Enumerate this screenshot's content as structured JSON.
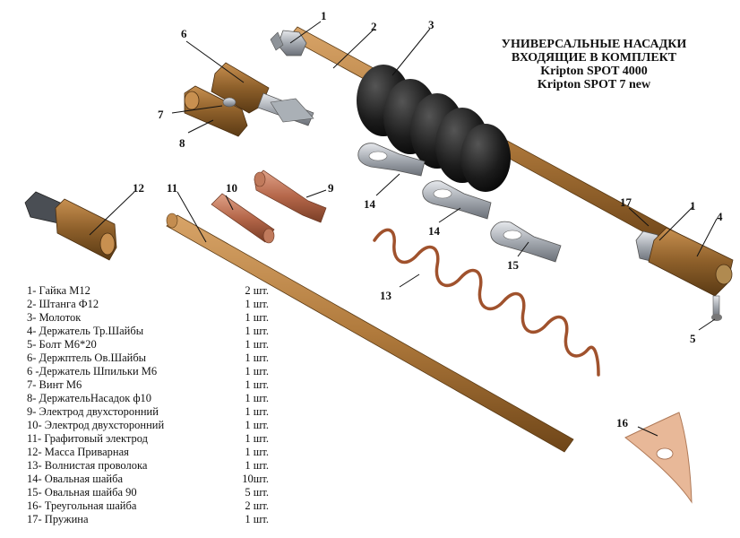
{
  "title": {
    "line1": "УНИВЕРСАЛЬНЫЕ НАСАДКИ",
    "line2": "ВХОДЯЩИЕ В КОМПЛЕКТ",
    "line3": "Kripton SPOT 4000",
    "line4": "Kripton SPOT 7 new"
  },
  "callouts": [
    "1",
    "2",
    "3",
    "6",
    "7",
    "8",
    "12",
    "11",
    "10",
    "9",
    "14",
    "14",
    "15",
    "13",
    "17",
    "1",
    "4",
    "5",
    "16"
  ],
  "legend": [
    {
      "name": "1- Гайка М12",
      "qty": "2 шт."
    },
    {
      "name": "2- Штанга Ф12",
      "qty": "1 шт."
    },
    {
      "name": "3- Молоток",
      "qty": "1 шт."
    },
    {
      "name": "4- Держатель Тр.Шайбы",
      "qty": "1 шт."
    },
    {
      "name": "5- Болт М6*20",
      "qty": "1 шт."
    },
    {
      "name": "6- Держптель Ов.Шайбы",
      "qty": "1 шт."
    },
    {
      "name": "6 -Держатель Шпильки М6",
      "qty": "1 шт."
    },
    {
      "name": "7- Винт М6",
      "qty": "1 шт."
    },
    {
      "name": "8- ДержательНасадок ф10",
      "qty": "1 шт."
    },
    {
      "name": "9- Электрод двухсторонний",
      "qty": "1 шт."
    },
    {
      "name": "10- Электрод двухсторонний",
      "qty": "1 шт."
    },
    {
      "name": "11- Графитовый электрод",
      "qty": "1 шт."
    },
    {
      "name": "12- Масса Приварная",
      "qty": "1 шт."
    },
    {
      "name": "13- Волнистая проволока",
      "qty": "1 шт."
    },
    {
      "name": "14- Овальная шайба",
      "qty": "10шт."
    },
    {
      "name": "15- Овальная шайба 90",
      "qty": "5 шт."
    },
    {
      "name": "16- Треугольная шайба",
      "qty": "2 шт."
    },
    {
      "name": "17- Пружина",
      "qty": "1 шт."
    }
  ],
  "colors": {
    "copper": "#b07a3c",
    "copper_dark": "#7a4f22",
    "bronze": "#9a6a30",
    "rubber": "#1c1c1c",
    "steel": "#9ea3aa",
    "electrode": "#b5674a",
    "triangle": "#e8b898"
  }
}
